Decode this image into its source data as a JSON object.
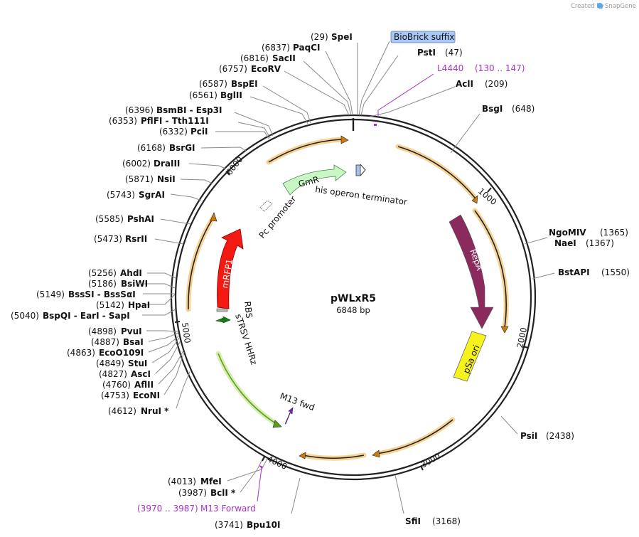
{
  "watermark": {
    "created_by": "Created by",
    "brand": "SnapGene"
  },
  "plasmid": {
    "name": "pWLxR5",
    "length_label": "6848 bp",
    "length": 6848
  },
  "enzymes": [
    {
      "name": "SpeI",
      "pos": "(29)"
    },
    {
      "name": "PaqCI",
      "pos": "(6837)"
    },
    {
      "name": "SacII",
      "pos": "(6816)"
    },
    {
      "name": "EcoRV",
      "pos": "(6757)"
    },
    {
      "name": "BspEI",
      "pos": "(6587)"
    },
    {
      "name": "BglII",
      "pos": "(6561)"
    },
    {
      "name": "BsmBI - Esp3I",
      "pos": "(6396)"
    },
    {
      "name": "PflFI - Tth111I",
      "pos": "(6353)"
    },
    {
      "name": "PciI",
      "pos": "(6332)"
    },
    {
      "name": "BsrGI",
      "pos": "(6168)"
    },
    {
      "name": "DraIII",
      "pos": "(6002)"
    },
    {
      "name": "NsiI",
      "pos": "(5871)"
    },
    {
      "name": "SgrAI",
      "pos": "(5743)"
    },
    {
      "name": "PshAI",
      "pos": "(5585)"
    },
    {
      "name": "RsrII",
      "pos": "(5473)"
    },
    {
      "name": "AhdI",
      "pos": "(5256)"
    },
    {
      "name": "BsiWI",
      "pos": "(5186)"
    },
    {
      "name": "BssSI - BssSαI",
      "pos": "(5149)"
    },
    {
      "name": "HpaI",
      "pos": "(5142)"
    },
    {
      "name": "BspQI - EarI - SapI",
      "pos": "(5040)"
    },
    {
      "name": "PvuI",
      "pos": "(4898)"
    },
    {
      "name": "BsaI",
      "pos": "(4887)"
    },
    {
      "name": "EcoO109I",
      "pos": "(4863)"
    },
    {
      "name": "StuI",
      "pos": "(4849)"
    },
    {
      "name": "AscI",
      "pos": "(4827)"
    },
    {
      "name": "AflII",
      "pos": "(4760)"
    },
    {
      "name": "EcoNI",
      "pos": "(4753)"
    },
    {
      "name": "NruI *",
      "pos": "(4612)"
    },
    {
      "name": "MfeI",
      "pos": "(4013)"
    },
    {
      "name": "BclI *",
      "pos": "(3987)"
    },
    {
      "name": "Bpu10I",
      "pos": "(3741)"
    },
    {
      "name": "SfiI",
      "pos": "(3168)"
    },
    {
      "name": "PsiI",
      "pos": "(2438)"
    },
    {
      "name": "BstAPI",
      "pos": "(1550)"
    },
    {
      "name": "NaeI",
      "pos": "(1367)"
    },
    {
      "name": "NgoMIV",
      "pos": "(1365)"
    },
    {
      "name": "BsgI",
      "pos": "(648)"
    },
    {
      "name": "AclI",
      "pos": "(209)"
    },
    {
      "name": "PstI",
      "pos": "(47)"
    }
  ],
  "primers": [
    {
      "name": "L4440",
      "range": "(130 .. 147)"
    },
    {
      "name": "M13 Forward",
      "range": "(3970 .. 3987)"
    }
  ],
  "biobrick": "BioBrick suffix",
  "ticks": [
    "1000",
    "2000",
    "3000",
    "4000",
    "5000",
    "6000"
  ],
  "features": {
    "gmr": "GmR",
    "his_term": "his operon terminator",
    "pc_promoter": "Pc promoter",
    "repa": "RepA",
    "psa_ori": "pSa ori",
    "mrfp1": "mRFP1",
    "rbs": "RBS",
    "strsv": "sTRSV HHRz",
    "m13fwd": "M13 fwd"
  },
  "colors": {
    "gmr": "#c8f7c5",
    "repa": "#8b2a5c",
    "psa_ori": "#f6f21b",
    "mrfp1": "#f21a12",
    "strsv": "#1a7a1a",
    "m13fwd": "#7a22c8",
    "primer": "#a832c8",
    "orf_arrow": "#c97a0a",
    "orf_glow": "#f7d295",
    "green_arrow": "#5aa01a",
    "green_glow": "#d8eeb0",
    "biobrick_fill": "#a9c8f5",
    "his_term_fill": "#a6c0ee"
  }
}
